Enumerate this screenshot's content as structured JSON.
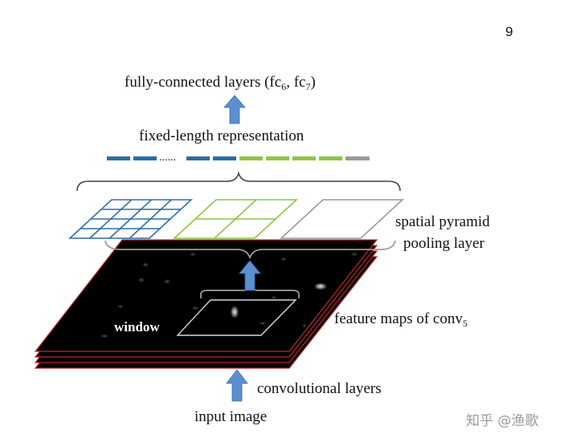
{
  "page_number": "9",
  "labels": {
    "fc_main": "fully-connected layers (fc",
    "fc_sub1": "6",
    "fc_mid": ", fc",
    "fc_sub2": "7",
    "fc_end": ")",
    "fixed_length": "fixed-length representation",
    "dots": "......",
    "spp_line1": "spatial pyramid",
    "spp_line2": "pooling layer",
    "window": "window",
    "feature_maps": "feature maps of conv",
    "feature_maps_sub": "5",
    "conv_layers": "convolutional layers",
    "input_image": "input image"
  },
  "watermark": "知乎 @渔歌",
  "colors": {
    "blue_bins": "#2e6da4",
    "green_bins": "#8dc63f",
    "gray_bins": "#999999",
    "arrow": "#5b8fd0",
    "feature_map": "#000000",
    "feature_map_border": "#c0282d"
  },
  "pooling_grids": [
    {
      "rows": 4,
      "cols": 4,
      "color": "#2e6da4"
    },
    {
      "rows": 2,
      "cols": 2,
      "color": "#8dc63f"
    },
    {
      "rows": 1,
      "cols": 1,
      "color": "#999999"
    }
  ]
}
